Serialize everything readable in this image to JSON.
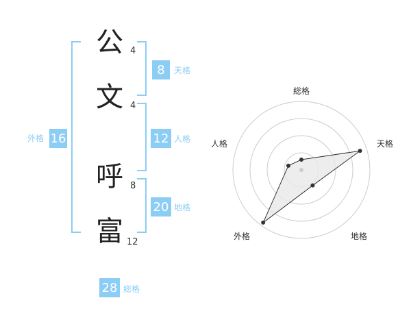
{
  "name": {
    "characters": [
      {
        "char": "公",
        "strokes": "4"
      },
      {
        "char": "文",
        "strokes": "4"
      },
      {
        "char": "呼",
        "strokes": "8"
      },
      {
        "char": "富",
        "strokes": "12"
      }
    ]
  },
  "kakaku": {
    "tenkaku": {
      "value": "8",
      "label": "天格"
    },
    "jinkaku": {
      "value": "12",
      "label": "人格"
    },
    "chikaku": {
      "value": "20",
      "label": "地格"
    },
    "gaikaku": {
      "value": "16",
      "label": "外格"
    },
    "soukaku": {
      "value": "28",
      "label": "総格"
    }
  },
  "radar": {
    "labels": {
      "top": "総格",
      "right_up": "天格",
      "right_down": "地格",
      "left_down": "外格",
      "left_up": "人格"
    },
    "values": {
      "soukaku": 0.15,
      "tenkaku": 0.9,
      "chikaku": 0.28,
      "gaikaku": 0.95,
      "jinkaku": 0.2
    },
    "ring_count": 4,
    "colors": {
      "accent": "#8ccdf5",
      "grid": "#cccccc",
      "fill": "#e8e8e8",
      "line": "#333333"
    }
  }
}
